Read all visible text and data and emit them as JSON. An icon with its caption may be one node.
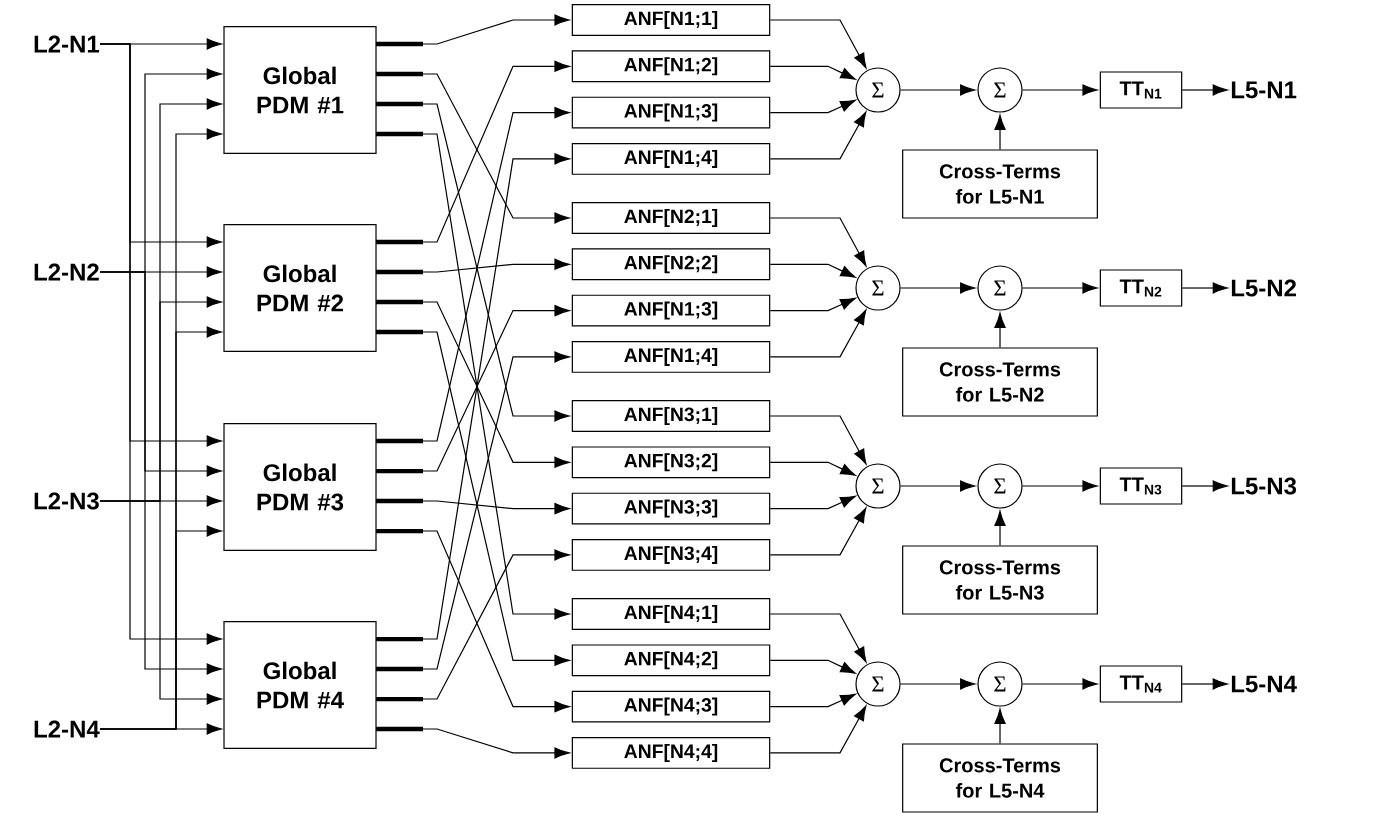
{
  "diagram": {
    "nodes": [
      {
        "text": [
          "L2-N1"
        ]
      },
      {
        "text": [
          "L2-N2"
        ]
      },
      {
        "text": [
          "L2-N3"
        ]
      },
      {
        "text": [
          "L2-N4"
        ]
      },
      {
        "text": [
          "Global PDM #1"
        ]
      },
      {
        "text": [
          "Global PDM #2"
        ]
      },
      {
        "text": [
          "Global PDM #3"
        ]
      },
      {
        "text": [
          "Global PDM #4"
        ]
      },
      {
        "text": [
          "ANF[N1;1]"
        ]
      },
      {
        "text": [
          "ANF[N1;2]"
        ]
      },
      {
        "text": [
          "ANF[N1;3]"
        ]
      },
      {
        "text": [
          "ANF[N1;4]"
        ]
      },
      {
        "text": [
          "ANF[N2;1]"
        ]
      },
      {
        "text": [
          "ANF[N2;2]"
        ]
      },
      {
        "text": [
          "ANF[N1;3]"
        ]
      },
      {
        "text": [
          "ANF[N1;4]"
        ]
      },
      {
        "text": [
          "ANF[N3;1]"
        ]
      },
      {
        "text": [
          "ANF[N3;2]"
        ]
      },
      {
        "text": [
          "ANF[N3;3]"
        ]
      },
      {
        "text": [
          "ANF[N3;4]"
        ]
      },
      {
        "text": [
          "ANF[N4;1]"
        ]
      },
      {
        "text": [
          "ANF[N4;2]"
        ]
      },
      {
        "text": [
          "ANF[N4;3]"
        ]
      },
      {
        "text": [
          "ANF[N4;4]"
        ]
      },
      {
        "text": [
          "Σ"
        ]
      },
      {
        "text": [
          "Σ"
        ]
      },
      {
        "text": [
          "Σ"
        ]
      },
      {
        "text": [
          "Σ"
        ]
      },
      {
        "text": [
          "Σ"
        ]
      },
      {
        "text": [
          "Σ"
        ]
      },
      {
        "text": [
          "Σ"
        ]
      },
      {
        "text": [
          "Σ"
        ]
      },
      {
        "text": [
          "Cross-Terms for L5-N1"
        ]
      },
      {
        "text": [
          "Cross-Terms for L5-N2"
        ]
      },
      {
        "text": [
          "Cross-Terms for L5-N3"
        ]
      },
      {
        "text": [
          "Cross-Terms for L5-N4"
        ]
      },
      {
        "text": [
          "TT$_{N1}$"
        ]
      },
      {
        "text": [
          "TT$_{N2}$"
        ]
      },
      {
        "text": [
          "TT$_{N3}$"
        ]
      },
      {
        "text": [
          "TT$_{N4}$"
        ]
      },
      {
        "text": [
          "L5-N1"
        ]
      },
      {
        "text": [
          "L5-N2"
        ]
      },
      {
        "text": [
          "L5-N3"
        ]
      },
      {
        "text": [
          "L5-N4"
        ]
      }
    ],
    "edges": [
      {
        "from": 0,
        "to": 4,
        "arrow": "to"
      },
      {
        "from": 0,
        "to": 5,
        "arrow": "to"
      },
      {
        "from": 0,
        "to": 6,
        "arrow": "to"
      },
      {
        "from": 0,
        "to": 7,
        "arrow": "to"
      },
      {
        "from": 1,
        "to": 4,
        "arrow": "to"
      },
      {
        "from": 1,
        "to": 5,
        "arrow": "to"
      },
      {
        "from": 1,
        "to": 6,
        "arrow": "to"
      },
      {
        "from": 1,
        "to": 7,
        "arrow": "to"
      },
      {
        "from": 2,
        "to": 4,
        "arrow": "to"
      },
      {
        "from": 2,
        "to": 5,
        "arrow": "to"
      },
      {
        "from": 2,
        "to": 6,
        "arrow": "to"
      },
      {
        "from": 2,
        "to": 7,
        "arrow": "to"
      },
      {
        "from": 3,
        "to": 4,
        "arrow": "to"
      },
      {
        "from": 3,
        "to": 5,
        "arrow": "to"
      },
      {
        "from": 3,
        "to": 6,
        "arrow": "to"
      },
      {
        "from": 3,
        "to": 7,
        "arrow": "to"
      },
      {
        "from": 4,
        "to": 8,
        "arrow": "to"
      },
      {
        "from": 4,
        "to": 12,
        "arrow": "to"
      },
      {
        "from": 4,
        "to": 16,
        "arrow": "to"
      },
      {
        "from": 4,
        "to": 20,
        "arrow": "to"
      },
      {
        "from": 5,
        "to": 9,
        "arrow": "to"
      },
      {
        "from": 5,
        "to": 13,
        "arrow": "to"
      },
      {
        "from": 5,
        "to": 17,
        "arrow": "to"
      },
      {
        "from": 5,
        "to": 21,
        "arrow": "to"
      },
      {
        "from": 6,
        "to": 10,
        "arrow": "to"
      },
      {
        "from": 6,
        "to": 14,
        "arrow": "to"
      },
      {
        "from": 6,
        "to": 18,
        "arrow": "to"
      },
      {
        "from": 6,
        "to": 22,
        "arrow": "to"
      },
      {
        "from": 7,
        "to": 11,
        "arrow": "to"
      },
      {
        "from": 7,
        "to": 15,
        "arrow": "to"
      },
      {
        "from": 7,
        "to": 19,
        "arrow": "to"
      },
      {
        "from": 7,
        "to": 23,
        "arrow": "to"
      },
      {
        "from": 8,
        "to": 24,
        "arrow": "to"
      },
      {
        "from": 9,
        "to": 24,
        "arrow": "to"
      },
      {
        "from": 10,
        "to": 24,
        "arrow": "to"
      },
      {
        "from": 11,
        "to": 24,
        "arrow": "to"
      },
      {
        "from": 12,
        "to": 25,
        "arrow": "to"
      },
      {
        "from": 13,
        "to": 25,
        "arrow": "to"
      },
      {
        "from": 14,
        "to": 25,
        "arrow": "to"
      },
      {
        "from": 15,
        "to": 25,
        "arrow": "to"
      },
      {
        "from": 16,
        "to": 26,
        "arrow": "to"
      },
      {
        "from": 17,
        "to": 26,
        "arrow": "to"
      },
      {
        "from": 18,
        "to": 26,
        "arrow": "to"
      },
      {
        "from": 19,
        "to": 26,
        "arrow": "to"
      },
      {
        "from": 20,
        "to": 27,
        "arrow": "to"
      },
      {
        "from": 21,
        "to": 27,
        "arrow": "to"
      },
      {
        "from": 22,
        "to": 27,
        "arrow": "to"
      },
      {
        "from": 23,
        "to": 27,
        "arrow": "to"
      },
      {
        "from": 24,
        "to": 28,
        "arrow": "to"
      },
      {
        "from": 32,
        "to": 28,
        "arrow": "to"
      },
      {
        "from": 28,
        "to": 36,
        "arrow": "to"
      },
      {
        "from": 36,
        "to": 40,
        "arrow": "to"
      },
      {
        "from": 25,
        "to": 29,
        "arrow": "to"
      },
      {
        "from": 33,
        "to": 29,
        "arrow": "to"
      },
      {
        "from": 29,
        "to": 37,
        "arrow": "to"
      },
      {
        "from": 37,
        "to": 41,
        "arrow": "to"
      },
      {
        "from": 26,
        "to": 30,
        "arrow": "to"
      },
      {
        "from": 34,
        "to": 30,
        "arrow": "to"
      },
      {
        "from": 30,
        "to": 38,
        "arrow": "to"
      },
      {
        "from": 38,
        "to": 42,
        "arrow": "to"
      },
      {
        "from": 27,
        "to": 31,
        "arrow": "to"
      },
      {
        "from": 35,
        "to": 31,
        "arrow": "to"
      },
      {
        "from": 31,
        "to": 39,
        "arrow": "to"
      },
      {
        "from": 39,
        "to": 43,
        "arrow": "to"
      }
    ]
  }
}
